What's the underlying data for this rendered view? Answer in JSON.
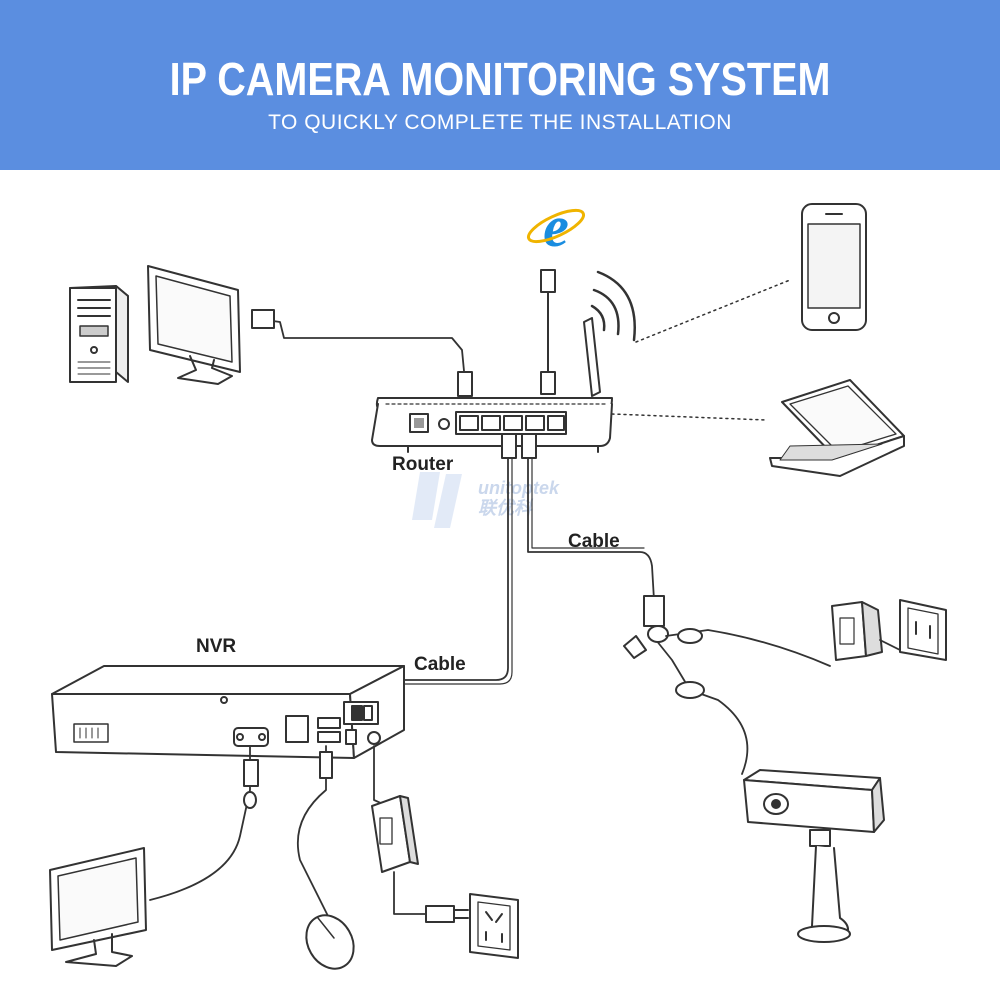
{
  "header": {
    "title": "IP CAMERA MONITORING SYSTEM",
    "subtitle": "TO QUICKLY COMPLETE THE INSTALLATION"
  },
  "labels": {
    "router": "Router",
    "nvr": "NVR",
    "cable_router_camera": "Cable",
    "cable_router_nvr": "Cable"
  },
  "watermark": {
    "brand": "unitoptek",
    "brand_cn": "联优科"
  },
  "colors": {
    "banner": "#5b8ee0",
    "line": "#333333",
    "ie_icon": "#1a8de0"
  },
  "icons": [
    "desktop-tower-icon",
    "monitor-icon",
    "internet-explorer-icon",
    "wifi-signal-icon",
    "smartphone-icon",
    "laptop-icon",
    "router-icon",
    "nvr-icon",
    "bullet-camera-icon",
    "power-adapter-icon",
    "wall-socket-icon",
    "mouse-icon"
  ]
}
